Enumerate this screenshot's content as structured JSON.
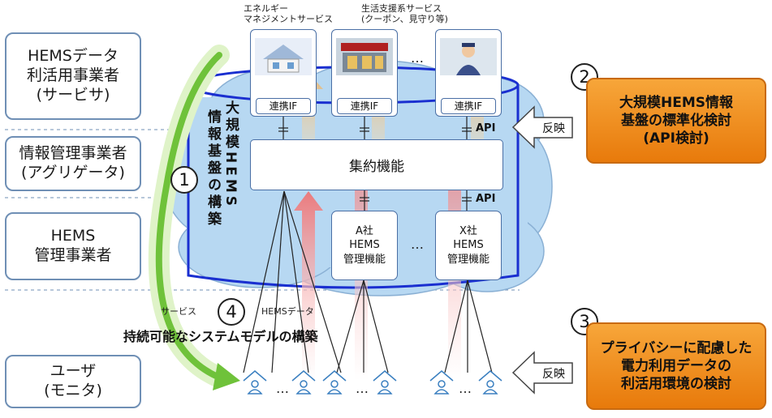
{
  "roles": [
    {
      "label": "HEMSデータ\n利活用事業者\n(サービサ)"
    },
    {
      "label": "情報管理事業者\n(アグリゲータ)"
    },
    {
      "label": "HEMS\n管理事業者"
    },
    {
      "label": "ユーザ\n(モニタ)"
    }
  ],
  "top_labels": {
    "energy": "エネルギー\nマネジメントサービス",
    "life": "生活支援系サービス\n(クーポン、見守り等)"
  },
  "services": {
    "if_label": "連携IF",
    "ellipsis": "…"
  },
  "platform": {
    "vertical_title_1": "大規模HEMS",
    "vertical_title_2": "情報基盤の構築",
    "aggregation": "集約機能",
    "api_label": "API",
    "company_a": "A社\nHEMS\n管理機能",
    "company_x": "X社\nHEMS\n管理機能",
    "ellipsis": "…"
  },
  "numbers": {
    "n1": "1",
    "n2": "2",
    "n3": "3",
    "n4": "4"
  },
  "flow_labels": {
    "service": "サービス",
    "hems_data": "HEMSデータ",
    "model": "持続可能なシステムモデルの構築"
  },
  "reflect": "反映",
  "tasks": {
    "t2": "大規模HEMS情報\n基盤の標準化検討\n(API検討)",
    "t3": "プライバシーに配慮した\n電力利用データの\n利活用環境の検討"
  },
  "users_ellipsis": "…",
  "colors": {
    "frame": "#1a2fd0",
    "cloud": "#b7d8f2",
    "orange": "#f39a2a",
    "green": "#6fc23a",
    "red_arrow": "#f07070",
    "orange_arrow": "#f6c27a",
    "role_border": "#6f8fb5"
  },
  "icons": [
    "house-photo-icon",
    "restaurant-photo-icon",
    "guard-photo-icon",
    "user-house-icon",
    "reflect-arrow-icon"
  ]
}
